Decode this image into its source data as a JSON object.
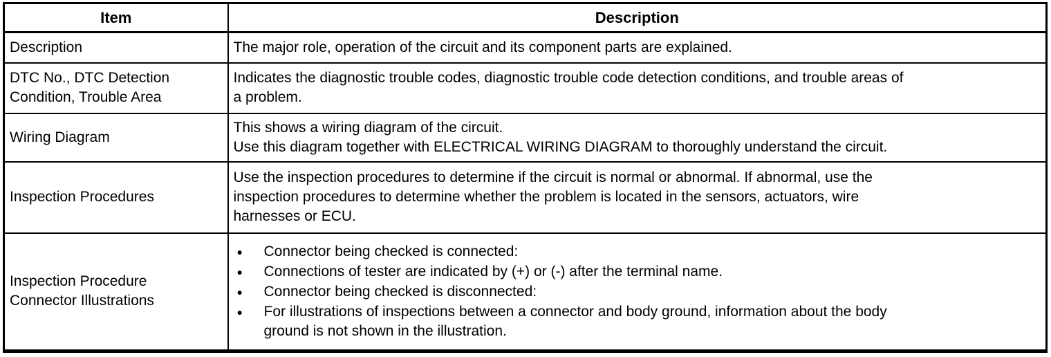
{
  "colors": {
    "background": "#ffffff",
    "border": "#000000",
    "text": "#000000"
  },
  "icons": {
    "bullet": "●"
  },
  "table": {
    "headers": {
      "item": "Item",
      "description": "Description"
    },
    "rows": [
      {
        "item_lines": [
          "Description"
        ],
        "desc_lines": [
          "The major role, operation of the circuit and its component parts are explained."
        ]
      },
      {
        "item_lines": [
          "DTC No., DTC Detection",
          "Condition, Trouble Area"
        ],
        "desc_lines": [
          "Indicates the diagnostic trouble codes, diagnostic trouble code detection conditions, and trouble areas of",
          "a problem."
        ]
      },
      {
        "item_lines": [
          "Wiring Diagram"
        ],
        "desc_lines": [
          "This shows a wiring diagram of the circuit.",
          "Use this diagram together with ELECTRICAL WIRING DIAGRAM to thoroughly understand the circuit."
        ]
      },
      {
        "item_lines": [
          "Inspection Procedures"
        ],
        "desc_lines": [
          "Use the inspection procedures to determine if the circuit is normal or abnormal. If abnormal, use the",
          "inspection procedures to determine whether the problem is located in the sensors, actuators, wire",
          "harnesses or ECU."
        ]
      },
      {
        "item_lines": [
          "Inspection Procedure",
          "Connector Illustrations"
        ],
        "bullets": [
          {
            "lines": [
              "Connector being checked is connected:"
            ]
          },
          {
            "lines": [
              "Connections of tester are indicated by (+) or (-) after the terminal name."
            ]
          },
          {
            "lines": [
              "Connector being checked is disconnected:"
            ]
          },
          {
            "lines": [
              "For illustrations of inspections between a connector and body ground, information about the body",
              "ground is not shown in the illustration."
            ]
          }
        ]
      }
    ]
  }
}
